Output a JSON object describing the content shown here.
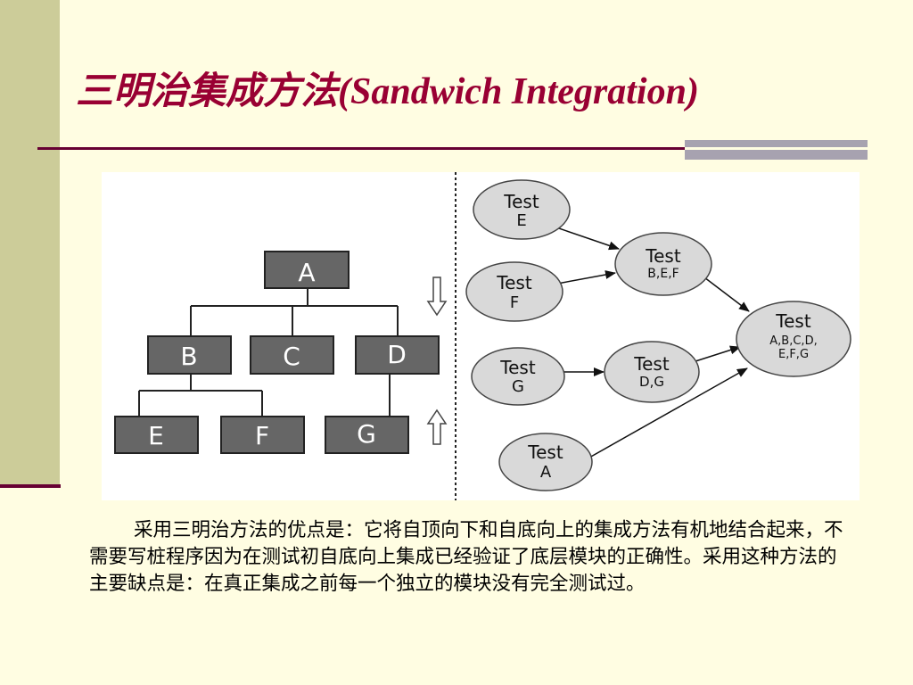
{
  "slide": {
    "title": "三明治集成方法(Sandwich Integration)",
    "body": "采用三明治方法的优点是：它将自顶向下和自底向上的集成方法有机地结合起来，不需要写桩程序因为在测试初自底向上集成已经验证了底层模块的正确性。采用这种方法的主要缺点是：在真正集成之前每一个独立的模块没有完全测试过。"
  },
  "tree": {
    "nodes": {
      "A": "A",
      "B": "B",
      "C": "C",
      "D": "D",
      "E": "E",
      "F": "F",
      "G": "G"
    },
    "edges": [
      [
        "A",
        "B"
      ],
      [
        "A",
        "C"
      ],
      [
        "A",
        "D"
      ],
      [
        "B",
        "E"
      ],
      [
        "B",
        "F"
      ],
      [
        "D",
        "G"
      ]
    ],
    "arrows": [
      "down-arrow-icon",
      "up-arrow-icon"
    ]
  },
  "tests": {
    "test_e": {
      "word": "Test",
      "modules": "E"
    },
    "test_f": {
      "word": "Test",
      "modules": "F"
    },
    "test_g": {
      "word": "Test",
      "modules": "G"
    },
    "test_a": {
      "word": "Test",
      "modules": "A"
    },
    "test_bef": {
      "word": "Test",
      "modules": "B,E,F"
    },
    "test_dg": {
      "word": "Test",
      "modules": "D,G"
    },
    "test_all": {
      "word": "Test",
      "modules_line1": "A,B,C,D,",
      "modules_line2": "E,F,G"
    }
  },
  "flow": [
    [
      "test_e",
      "test_bef"
    ],
    [
      "test_f",
      "test_bef"
    ],
    [
      "test_g",
      "test_dg"
    ],
    [
      "test_bef",
      "test_all"
    ],
    [
      "test_dg",
      "test_all"
    ],
    [
      "test_a",
      "test_all"
    ]
  ],
  "colors": {
    "background": "#FFFDE2",
    "title": "#990033",
    "sidebar": "#CCCC99",
    "rule": "#660033",
    "module_box": "#666666",
    "test_circle": "#D9D9D9"
  }
}
